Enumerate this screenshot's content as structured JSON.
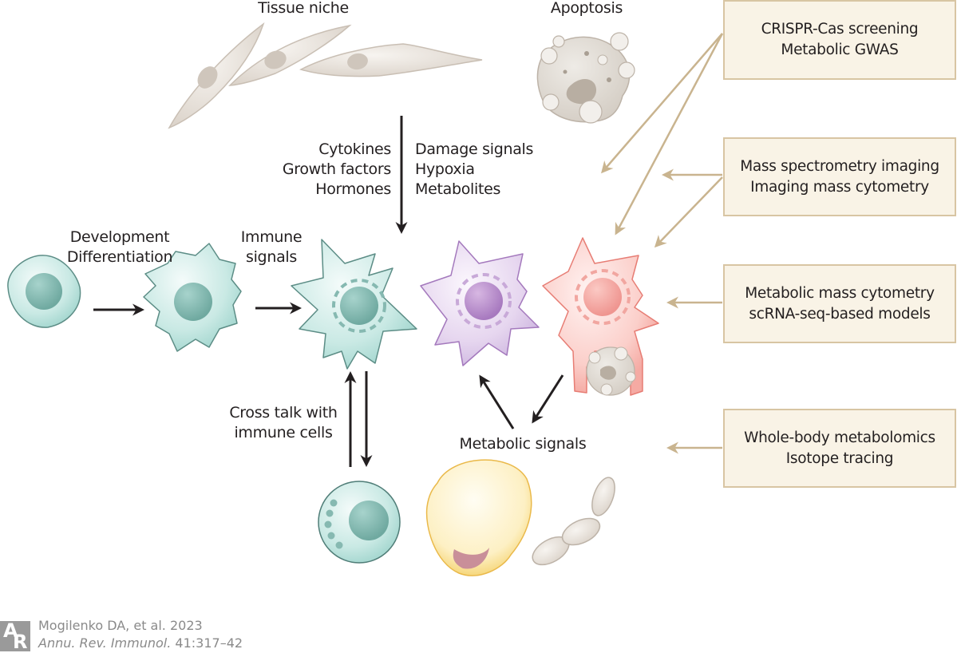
{
  "figure": {
    "top_labels": {
      "tissue_niche": "Tissue niche",
      "apoptosis": "Apoptosis"
    },
    "signals_left": [
      "Cytokines",
      "Growth factors",
      "Hormones"
    ],
    "signals_right": [
      "Damage signals",
      "Hypoxia",
      "Metabolites"
    ],
    "development_label": [
      "Development",
      "Differentiation"
    ],
    "immune_signals_label": [
      "Immune",
      "signals"
    ],
    "cross_talk_label": [
      "Cross talk with",
      "immune cells"
    ],
    "metabolic_signals_label": "Metabolic signals",
    "method_boxes": [
      {
        "lines": [
          "CRISPR-Cas screening",
          "Metabolic GWAS"
        ]
      },
      {
        "lines": [
          "Mass spectrometry imaging",
          "Imaging mass cytometry"
        ]
      },
      {
        "lines": [
          "Metabolic mass cytometry",
          "scRNA-seq-based models"
        ]
      },
      {
        "lines": [
          "Whole-body metabolomics",
          "Isotope tracing"
        ]
      }
    ],
    "colors": {
      "box_fill": "#f9f3e6",
      "box_border": "#d8c5a3",
      "method_arrow": "#c9b48f",
      "signal_arrow": "#231f20",
      "teal_cell": "#c7e8e3",
      "purple_cell": "#e4d3ee",
      "red_cell": "#f8c2bd",
      "yellow_cell": "#fdf0c4",
      "fibroblast": "#e9e3dc"
    }
  },
  "citation": {
    "authors": "Mogilenko DA, et al. 2023",
    "journal": "Annu. Rev. Immunol.",
    "pages": "41:317–42",
    "logo_letters": [
      "A",
      "R"
    ]
  }
}
